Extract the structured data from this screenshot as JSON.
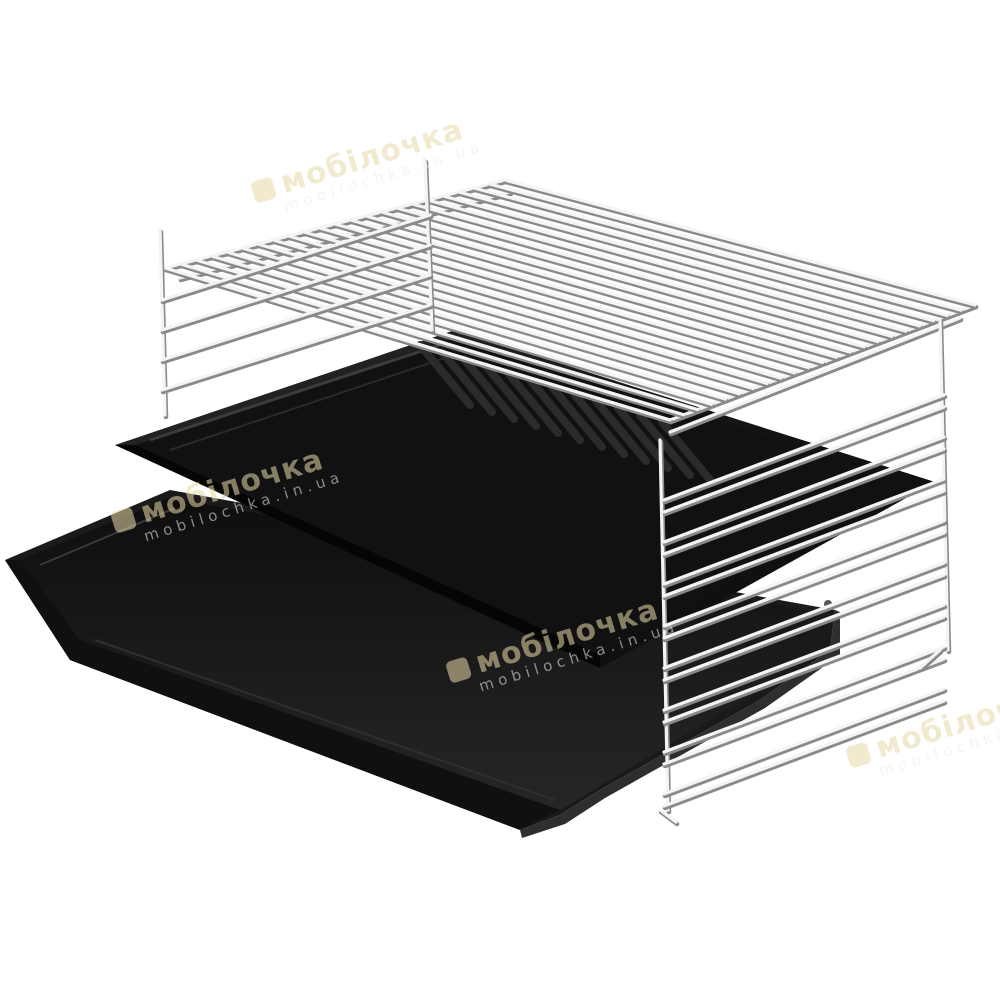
{
  "colors": {
    "background": "#ffffff",
    "wire": "#f4f4f4",
    "wire_shadow": "#8a8a8a",
    "tray": "#151515",
    "tray_highlight": "#3a3a3a",
    "watermark": "#e9d9a8"
  },
  "watermarks": [
    {
      "brand": "мобілочка",
      "domain": "mobilochka.in.ua"
    },
    {
      "brand": "мобілочка",
      "domain": "mobilochka.in.ua"
    },
    {
      "brand": "мобілочка",
      "domain": "mobilochka.in.ua"
    },
    {
      "brand": "мобілочка",
      "domain": "mobilochka.in.ua"
    }
  ]
}
